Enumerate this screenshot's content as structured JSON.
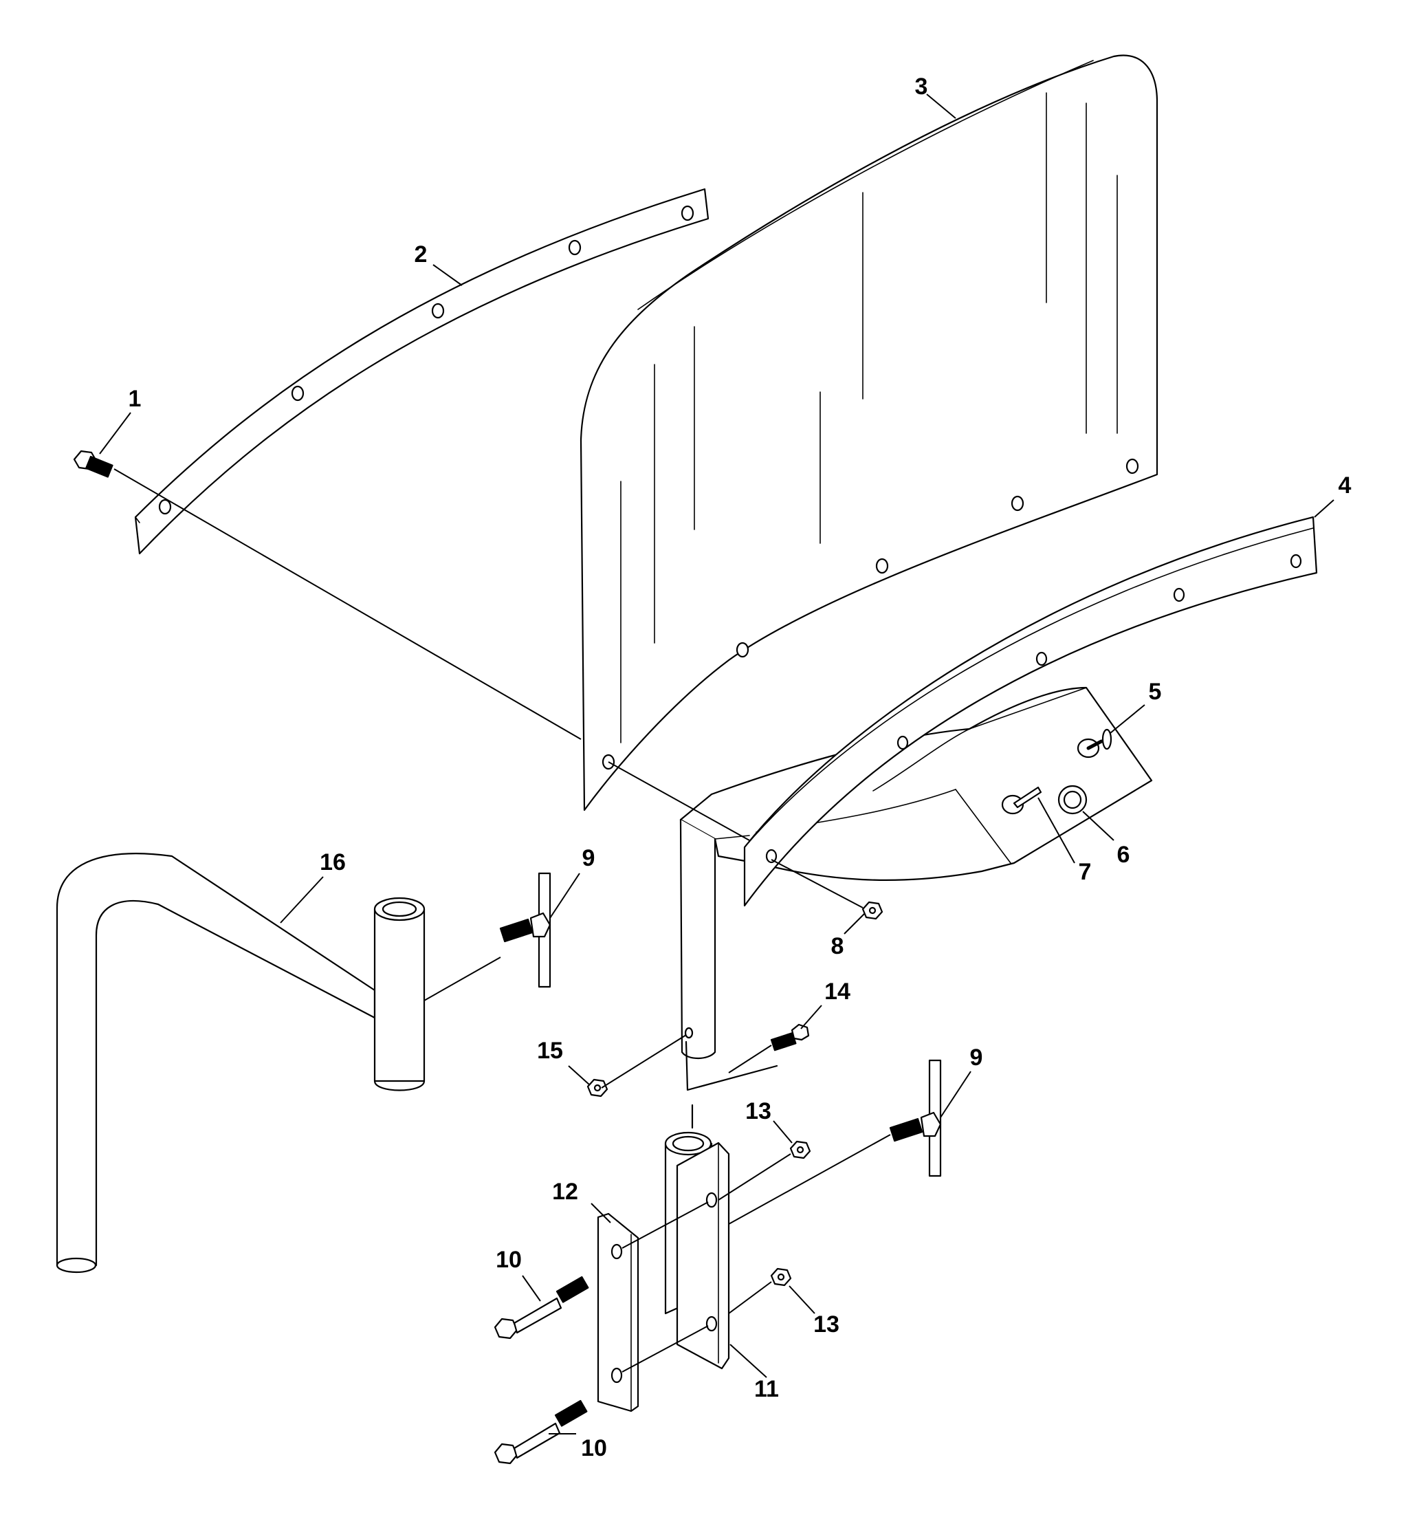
{
  "diagram": {
    "type": "exploded-parts-view",
    "line_color": "#000000",
    "background": "#ffffff",
    "callouts": [
      {
        "id": "c1",
        "text": "1"
      },
      {
        "id": "c2",
        "text": "2"
      },
      {
        "id": "c3",
        "text": "3"
      },
      {
        "id": "c4",
        "text": "4"
      },
      {
        "id": "c5",
        "text": "5"
      },
      {
        "id": "c6",
        "text": "6"
      },
      {
        "id": "c7",
        "text": "7"
      },
      {
        "id": "c8",
        "text": "8"
      },
      {
        "id": "c9a",
        "text": "9"
      },
      {
        "id": "c9b",
        "text": "9"
      },
      {
        "id": "c10a",
        "text": "10"
      },
      {
        "id": "c10b",
        "text": "10"
      },
      {
        "id": "c11",
        "text": "11"
      },
      {
        "id": "c12",
        "text": "12"
      },
      {
        "id": "c13a",
        "text": "13"
      },
      {
        "id": "c13b",
        "text": "13"
      },
      {
        "id": "c14",
        "text": "14"
      },
      {
        "id": "c15",
        "text": "15"
      },
      {
        "id": "c16",
        "text": "16"
      }
    ]
  }
}
